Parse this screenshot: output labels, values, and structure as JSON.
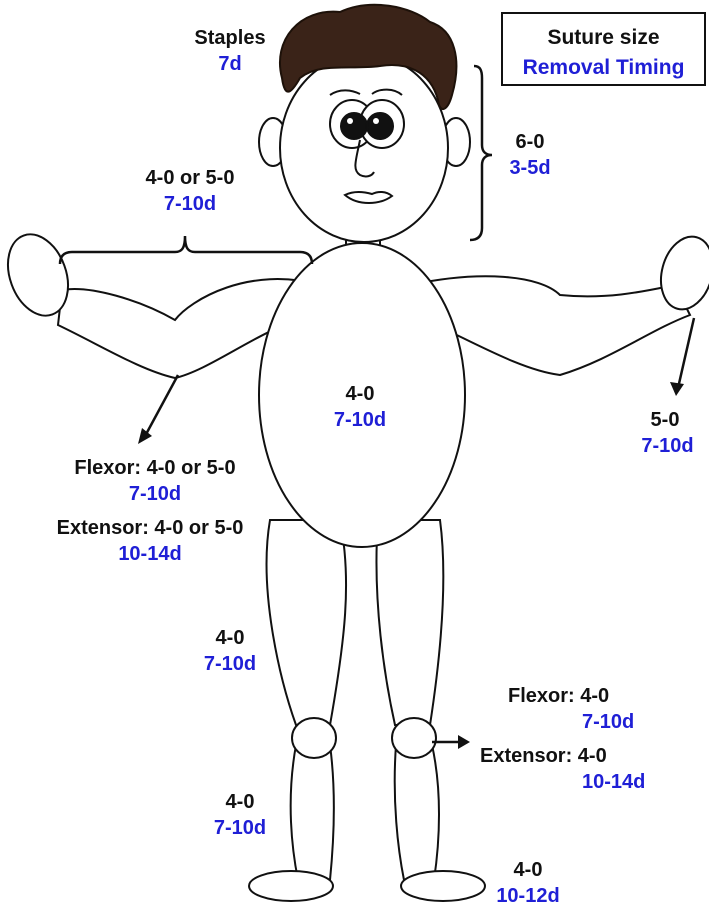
{
  "legend": {
    "line1": "Suture size",
    "line2": "Removal Timing"
  },
  "regions": {
    "scalp": {
      "size": "Staples",
      "timing": "7d"
    },
    "face": {
      "size": "6-0",
      "timing": "3-5d"
    },
    "arms": {
      "size": "4-0 or 5-0",
      "timing": "7-10d"
    },
    "trunk": {
      "size": "4-0",
      "timing": "7-10d"
    },
    "hands": {
      "size": "5-0",
      "timing": "7-10d"
    },
    "elbow": {
      "flexor": {
        "size": "Flexor: 4-0 or 5-0",
        "timing": "7-10d"
      },
      "extensor": {
        "size": "Extensor: 4-0 or 5-0",
        "timing": "10-14d"
      }
    },
    "thigh": {
      "size": "4-0",
      "timing": "7-10d"
    },
    "knee": {
      "flexor": {
        "size": "Flexor: 4-0",
        "timing": "7-10d"
      },
      "extensor": {
        "size": "Extensor: 4-0",
        "timing": "10-14d"
      }
    },
    "lower_leg": {
      "size": "4-0",
      "timing": "7-10d"
    },
    "feet": {
      "size": "4-0",
      "timing": "10-12d"
    }
  },
  "colors": {
    "size_text": "#111111",
    "timing_text": "#1f1fd6",
    "hair": "#3a2318"
  }
}
